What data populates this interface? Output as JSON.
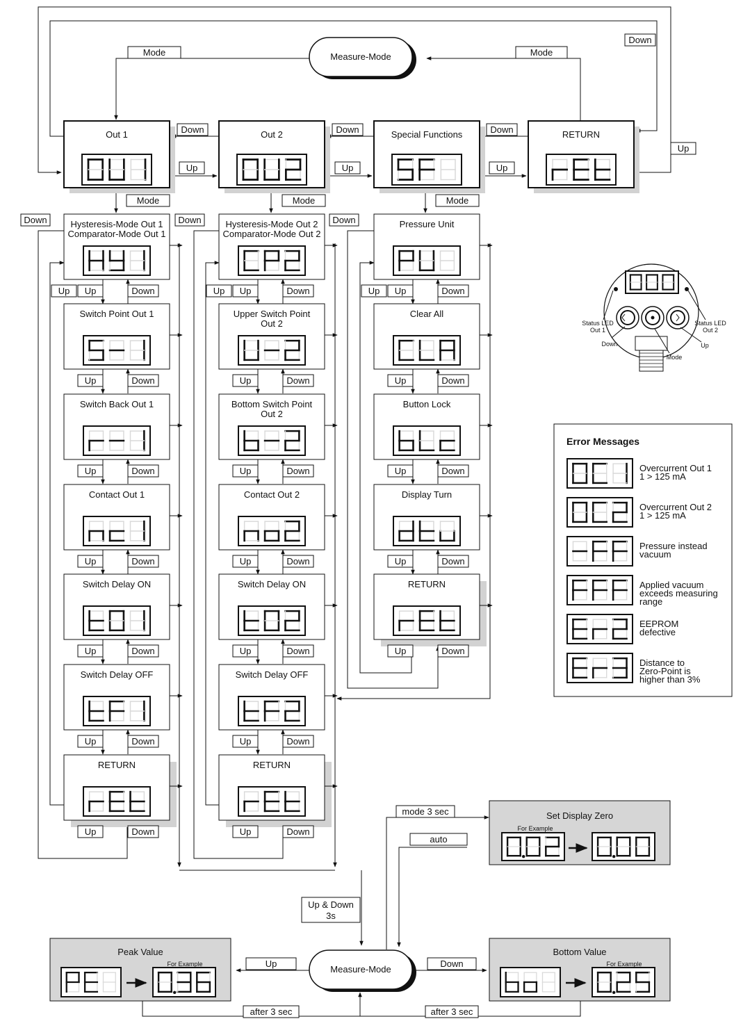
{
  "measure_mode": "Measure-Mode",
  "labels": {
    "mode": "Mode",
    "up": "Up",
    "down": "Down",
    "mode3s": "mode 3 sec",
    "auto": "auto",
    "updown": "Up & Down",
    "threes": "3s",
    "after3": "after 3 sec",
    "for_example": "For Example"
  },
  "top": [
    {
      "title": "Out 1",
      "display": "OU1"
    },
    {
      "title": "Out 2",
      "display": "OU2"
    },
    {
      "title": "Special Functions",
      "display": "SF"
    },
    {
      "title": "RETURN",
      "display": "rEt"
    }
  ],
  "col1": [
    {
      "title": [
        "Hysteresis-Mode Out 1",
        "Comparator-Mode Out 1"
      ],
      "display": "HY1"
    },
    {
      "title": [
        "Switch Point Out 1"
      ],
      "display": "S-1"
    },
    {
      "title": [
        "Switch Back Out 1"
      ],
      "display": "r-1"
    },
    {
      "title": [
        "Contact Out 1"
      ],
      "display": "nc1"
    },
    {
      "title": [
        "Switch Delay ON"
      ],
      "display": "tO1"
    },
    {
      "title": [
        "Switch Delay OFF"
      ],
      "display": "tF1"
    },
    {
      "title": [
        "RETURN"
      ],
      "display": "rEt"
    }
  ],
  "col2": [
    {
      "title": [
        "Hysteresis-Mode Out 2",
        "Comparator-Mode Out 2"
      ],
      "display": "CP2"
    },
    {
      "title": [
        "Upper Switch Point",
        "Out 2"
      ],
      "display": "U-2"
    },
    {
      "title": [
        "Bottom Switch Point",
        "Out 2"
      ],
      "display": "b-2"
    },
    {
      "title": [
        "Contact Out 2"
      ],
      "display": "no2"
    },
    {
      "title": [
        "Switch Delay ON"
      ],
      "display": "tO2"
    },
    {
      "title": [
        "Switch Delay OFF"
      ],
      "display": "tF2"
    },
    {
      "title": [
        "RETURN"
      ],
      "display": "rEt"
    }
  ],
  "col3": [
    {
      "title": [
        "Pressure Unit"
      ],
      "display": "PU"
    },
    {
      "title": [
        "Clear All"
      ],
      "display": "CLA"
    },
    {
      "title": [
        "Button Lock"
      ],
      "display": "bLc"
    },
    {
      "title": [
        "Display Turn"
      ],
      "display": "dtu"
    },
    {
      "title": [
        "RETURN"
      ],
      "display": "rEt"
    }
  ],
  "device": {
    "display": "000",
    "led1": [
      "Status LED",
      "Out 1"
    ],
    "led2": [
      "Status LED",
      "Out 2"
    ],
    "down": "Down",
    "mode": "Mode",
    "up": "Up"
  },
  "errors": {
    "title": "Error Messages",
    "items": [
      {
        "code": "OC1",
        "lines": [
          "Overcurrent Out 1",
          "1 > 125 mA"
        ]
      },
      {
        "code": "OC2",
        "lines": [
          "Overcurrent Out 2",
          "1 > 125 mA"
        ]
      },
      {
        "code": "-FF",
        "lines": [
          "Pressure instead",
          "vacuum"
        ]
      },
      {
        "code": "FFF",
        "lines": [
          "Applied vacuum",
          "exceeds measuring",
          "range"
        ]
      },
      {
        "code": "Er2",
        "lines": [
          "EEPROM",
          "defective"
        ]
      },
      {
        "code": "Er3",
        "lines": [
          "Distance to",
          "Zero-Point is",
          "higher than 3%"
        ]
      }
    ]
  },
  "set_zero": {
    "title": "Set Display Zero",
    "from": "0.02",
    "to": "0.00"
  },
  "peak": {
    "title": "Peak Value",
    "code": "PE",
    "value": "0.36"
  },
  "bottom": {
    "title": "Bottom Value",
    "code": "bo",
    "value": "0.25"
  }
}
